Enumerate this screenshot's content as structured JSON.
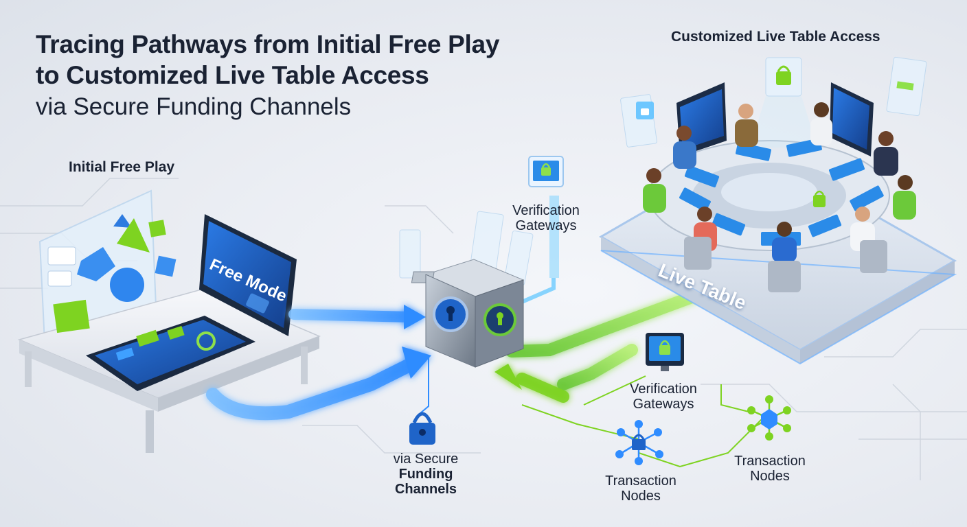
{
  "title": {
    "line1": "Tracing Pathways from Initial Free Play",
    "line2": "to Customized Live Table Access",
    "line3": "via Secure Funding Channels"
  },
  "labels": {
    "initial_free_play": "Initial Free Play",
    "free_mode": "Free Mode",
    "customized_live_table": "Customized Live Table Access",
    "live_table": "Live Table",
    "verification_top_1": "Verification",
    "verification_top_2": "Gateways",
    "verification_mid_1": "Verification",
    "verification_mid_2": "Gateways",
    "secure_funding_1": "via Secure",
    "secure_funding_2": "Funding",
    "secure_funding_3": "Channels",
    "transaction_left_1": "Transaction",
    "transaction_left_2": "Nodes",
    "transaction_right_1": "Transaction",
    "transaction_right_2": "Nodes"
  },
  "colors": {
    "blue_flow": "#2f8cff",
    "green_flow": "#7ed321",
    "vault": "#8a95a3",
    "screen_blue": "#1f64c8",
    "accent_green": "#6cc93a"
  }
}
